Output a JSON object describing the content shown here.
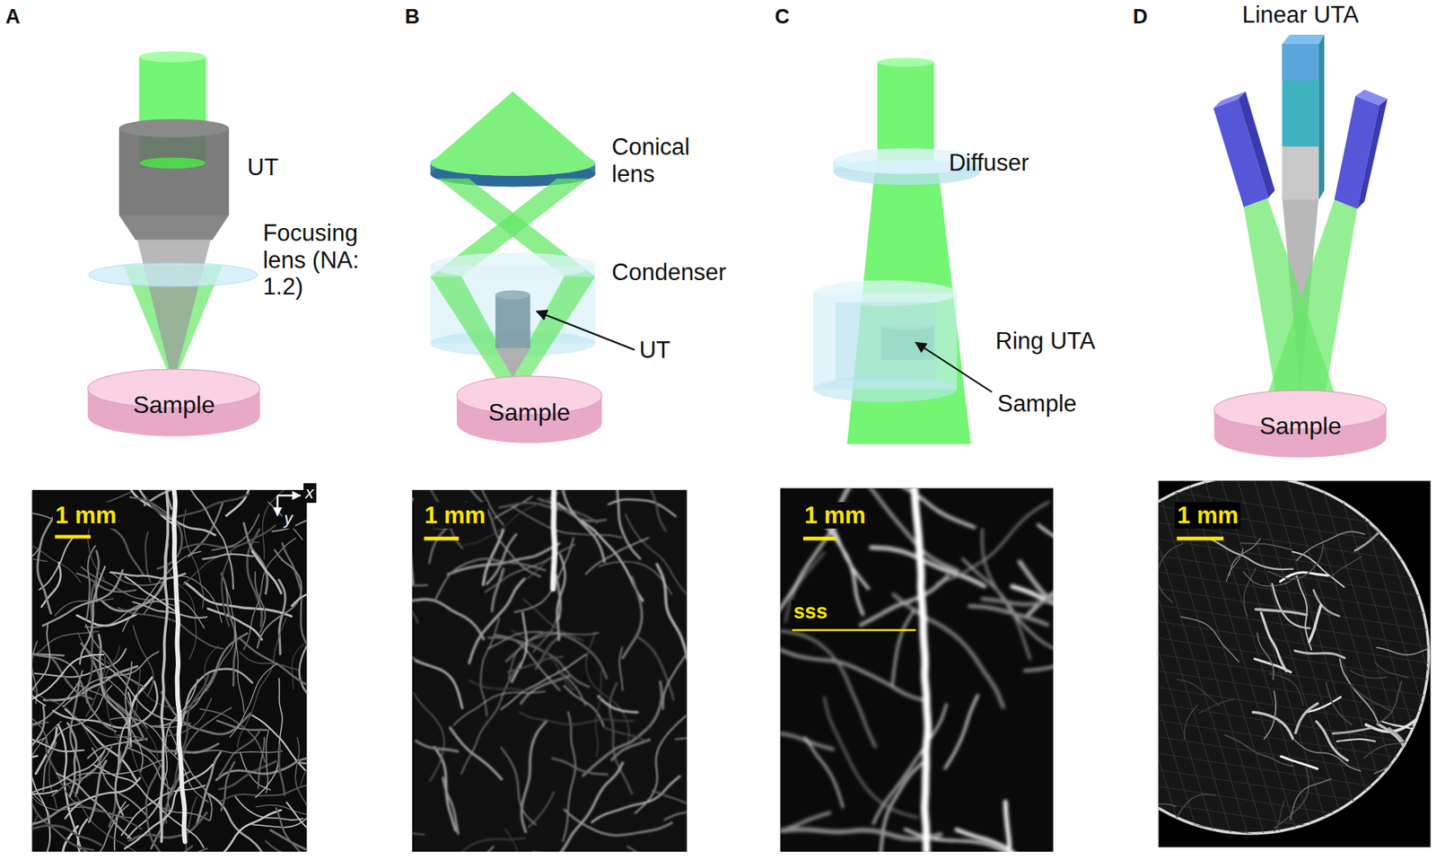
{
  "diagram": {
    "nodes": [
      {
        "text": [
          "Sample"
        ]
      },
      {
        "text": [
          "Sample"
        ]
      },
      {
        "text": [
          "Sample"
        ]
      }
    ],
    "labels": [
      "A",
      "UT",
      "Focusing lens (NA: 1.2)",
      "1 mm",
      "x",
      "y",
      "B",
      "Conical lens",
      "Condenser",
      "UT",
      "1 mm",
      "C",
      "Diffuser",
      "Ring UTA",
      "Sample",
      "1 mm",
      "sss",
      "D",
      "Linear UTA",
      "1 mm"
    ]
  }
}
